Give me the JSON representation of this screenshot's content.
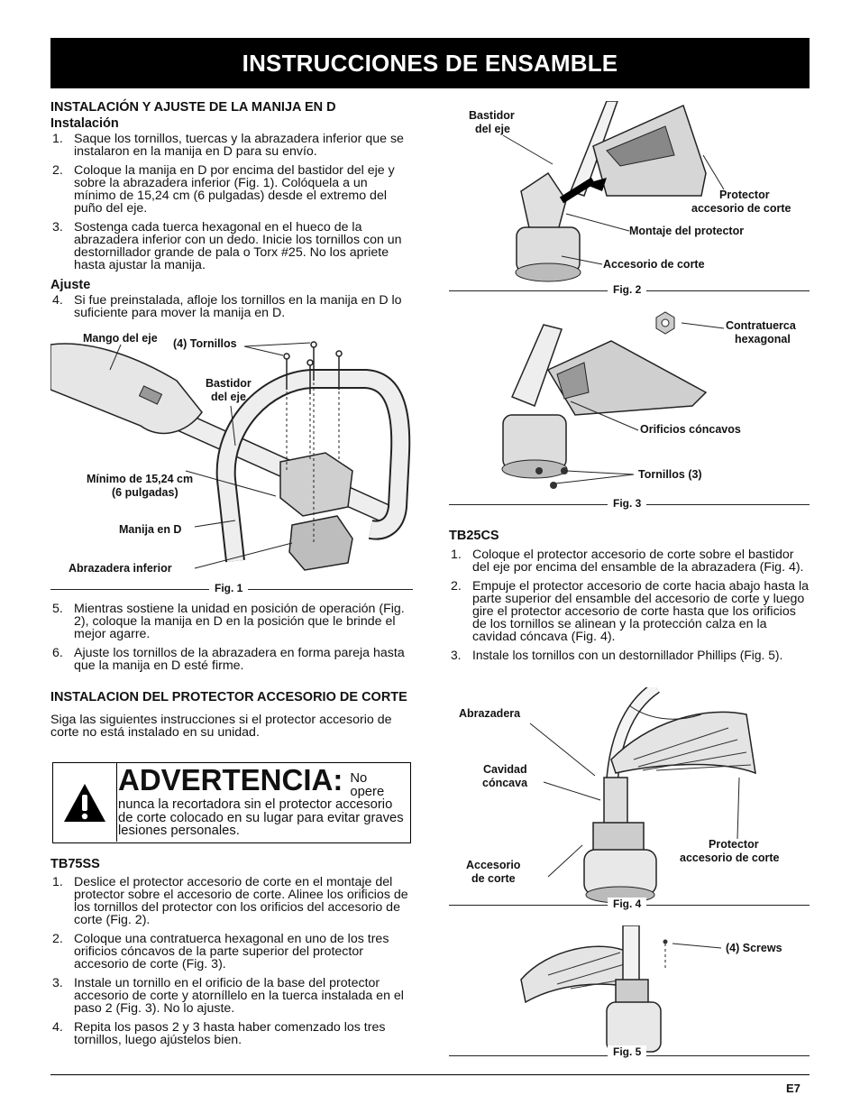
{
  "header": {
    "title": "INSTRUCCIONES DE ENSAMBLE"
  },
  "left": {
    "section1_title": "INSTALACIÓN Y AJUSTE DE LA MANIJA EN D",
    "install_title": "Instalación",
    "install_steps": [
      {
        "n": "1.",
        "text": "Saque los tornillos, tuercas y la abrazadera inferior que se instalaron en la manija en D para su envío."
      },
      {
        "n": "2.",
        "text": "Coloque la manija en D por encima del bastidor del eje y sobre la abrazadera inferior (Fig. 1). Colóquela a un mínimo de 15,24 cm (6 pulgadas) desde el extremo del puño del eje."
      },
      {
        "n": "3.",
        "text": "Sostenga cada tuerca hexagonal en el hueco de la abrazadera inferior con un dedo. Inicie los tornillos con un destornillador grande de pala o Torx #25. No los apriete hasta ajustar la manija."
      }
    ],
    "adjust_title": "Ajuste",
    "adjust_steps": [
      {
        "n": "4.",
        "text": "Si fue preinstalada, afloje los tornillos en la manija en D lo suficiente para mover la manija en D."
      }
    ],
    "fig1": {
      "label_mango": "Mango del eje",
      "label_tornillos": "(4) Tornillos",
      "label_bastidor_1": "Bastidor",
      "label_bastidor_2": "del eje",
      "label_minimo_1": "Mínimo de 15,24 cm",
      "label_minimo_2": "(6 pulgadas)",
      "label_manija": "Manija en D",
      "label_abrazadera": "Abrazadera inferior",
      "caption": "Fig. 1"
    },
    "after_steps": [
      {
        "n": "5.",
        "text": "Mientras sostiene la unidad en posición de operación (Fig. 2), coloque la manija en D en la posición que le brinde el mejor agarre."
      },
      {
        "n": "6.",
        "text": "Ajuste los tornillos de la abrazadera en forma pareja hasta que la manija en D esté firme."
      }
    ],
    "section2_title": "INSTALACION DEL PROTECTOR ACCESORIO DE CORTE",
    "section2_intro": "Siga las siguientes instrucciones si el protector accesorio de corte no está instalado en su unidad.",
    "warning": {
      "title": "ADVERTENCIA:",
      "text": "No opere nunca la recortadora sin el protector accesorio de corte colocado en su lugar para evitar graves lesiones personales."
    },
    "tb75_title": "TB75SS",
    "tb75_steps": [
      {
        "n": "1.",
        "text": "Deslice el protector accesorio de corte en el montaje del protector sobre el accesorio de corte. Alinee los orificios de los tornillos del protector con los orificios del accesorio de corte (Fig. 2)."
      },
      {
        "n": "2.",
        "text": "Coloque una contratuerca hexagonal en uno de los tres orificios cóncavos de la parte superior del protector accesorio de corte (Fig. 3)."
      },
      {
        "n": "3.",
        "text": "Instale un tornillo en el orificio de la base del protector accesorio de corte y atorníllelo en la tuerca instalada en el paso 2 (Fig. 3). No lo ajuste."
      },
      {
        "n": "4.",
        "text": "Repita los pasos 2 y 3 hasta haber comenzado los tres tornillos, luego ajústelos bien."
      }
    ]
  },
  "right": {
    "fig2": {
      "label_bastidor_1": "Bastidor",
      "label_bastidor_2": "del eje",
      "label_protector_1": "Protector",
      "label_protector_2": "accesorio de corte",
      "label_montaje": "Montaje del protector",
      "label_accesorio": "Accesorio de corte",
      "caption": "Fig. 2"
    },
    "fig3": {
      "label_contratuerca_1": "Contratuerca",
      "label_contratuerca_2": "hexagonal",
      "label_orificios": "Orificios cóncavos",
      "label_tornillos": "Tornillos (3)",
      "caption": "Fig. 3"
    },
    "tb25_title": "TB25CS",
    "tb25_steps": [
      {
        "n": "1.",
        "text": "Coloque el protector accesorio de corte sobre el bastidor del eje por encima del ensamble de la abrazadera (Fig. 4)."
      },
      {
        "n": "2.",
        "text": "Empuje el protector accesorio de corte hacia abajo hasta la parte superior del ensamble del accesorio de corte y luego gire el protector accesorio de corte hasta que los orificios de los tornillos se alinean y la protección calza en la cavidad cóncava (Fig. 4)."
      },
      {
        "n": "3.",
        "text": "Instale los tornillos con un destornillador Phillips (Fig. 5)."
      }
    ],
    "fig4": {
      "label_abrazadera": "Abrazadera",
      "label_cavidad_1": "Cavidad",
      "label_cavidad_2": "cóncava",
      "label_protector_1": "Protector",
      "label_protector_2": "accesorio de corte",
      "label_accesorio_1": "Accesorio",
      "label_accesorio_2": "de corte",
      "caption": "Fig. 4"
    },
    "fig5": {
      "label_screws": "(4) Screws",
      "caption": "Fig. 5"
    }
  },
  "footer": {
    "page": "E7"
  }
}
